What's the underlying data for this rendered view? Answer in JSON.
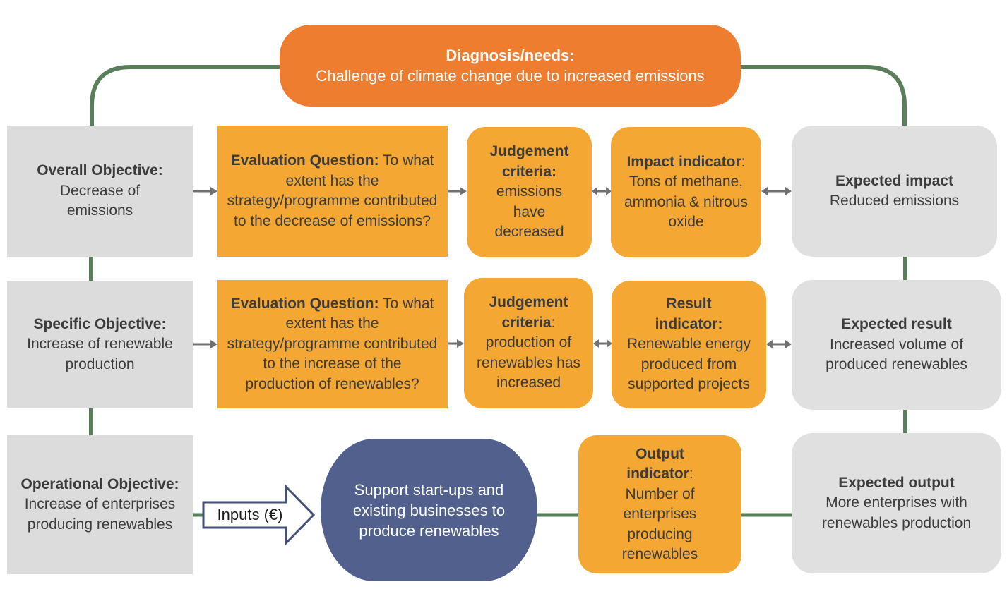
{
  "colors": {
    "connector": "#5a7d5a",
    "arrow": "#707070",
    "orange_header": "#ef7d2f",
    "orange_box": "#f5a733",
    "navy": "#51608c",
    "grey_box": "#dcdcdc"
  },
  "diagnosis": {
    "title": "Diagnosis/needs:",
    "text": "Challenge of climate change due to increased emissions"
  },
  "rows": {
    "overall": {
      "objective_title": "Overall Objective:",
      "objective_text": "Decrease of emissions",
      "eq_title": "Evaluation Question:",
      "eq_text": " To what extent has the strategy/programme contributed to the decrease of emissions?",
      "jc_title": "Judgement criteria:",
      "jc_text": "emissions have decreased",
      "ind_title": "Impact indicator",
      "ind_text": ": Tons of methane, ammonia & nitrous oxide",
      "exp_title": "Expected impact",
      "exp_text": "Reduced emissions"
    },
    "specific": {
      "objective_title": "Specific Objective:",
      "objective_text": "Increase of renewable production",
      "eq_title": "Evaluation Question:",
      "eq_text": " To what extent has the strategy/programme contributed to the increase of the production of renewables?",
      "jc_title": "Judgement criteria",
      "jc_text": ": production of renewables has increased",
      "ind_title": "Result indicator:",
      "ind_text": "Renewable energy produced from supported projects",
      "exp_title": "Expected result",
      "exp_text": "Increased volume of produced renewables"
    },
    "operational": {
      "objective_title": "Operational Objective:",
      "objective_text": " Increase of enterprises producing renewables",
      "inputs_label": "Inputs (€)",
      "activity_text": "Support  start-ups and existing businesses to produce renewables",
      "ind_title": "Output indicator",
      "ind_text": ": Number of enterprises producing renewables",
      "exp_title": "Expected output",
      "exp_text": "More enterprises with renewables production"
    }
  }
}
